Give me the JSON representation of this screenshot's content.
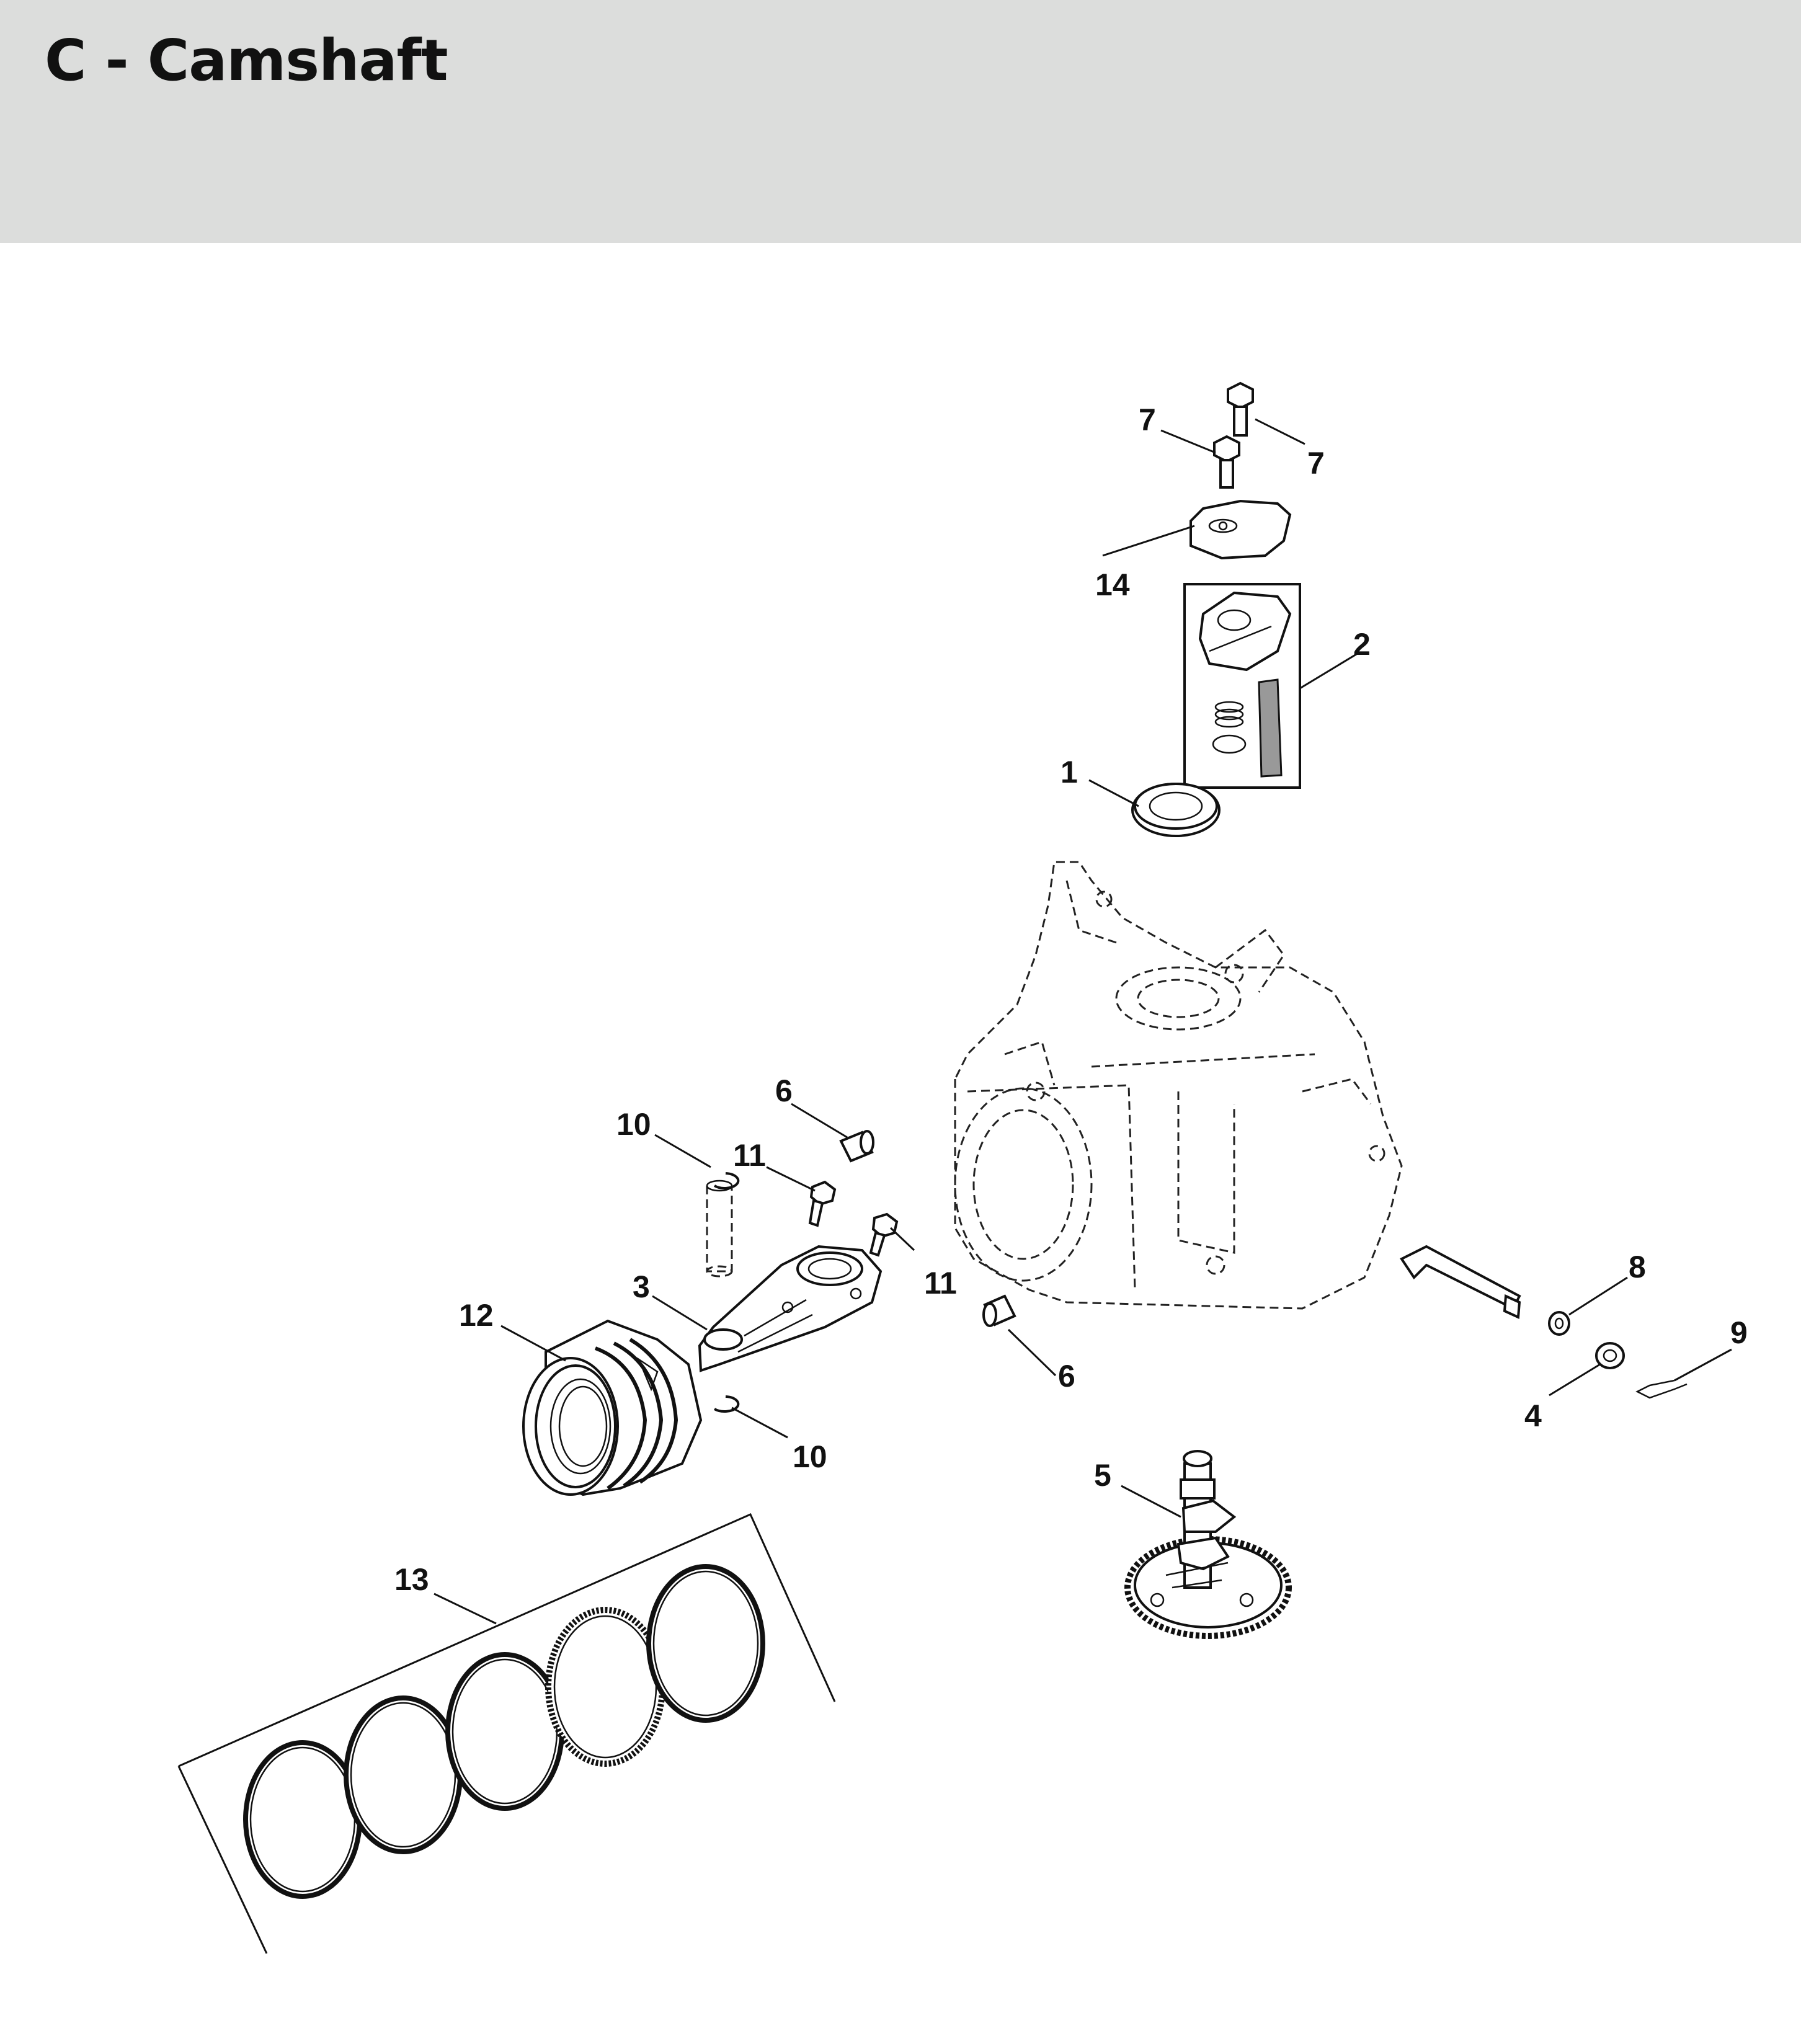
{
  "header": {
    "title": "C - Camshaft"
  },
  "callouts": {
    "c1": "1",
    "c2": "2",
    "c3": "3",
    "c4": "4",
    "c5": "5",
    "c6a": "6",
    "c6b": "6",
    "c7a": "7",
    "c7b": "7",
    "c8": "8",
    "c9": "9",
    "c10a": "10",
    "c10b": "10",
    "c11a": "11",
    "c11b": "11",
    "c12": "12",
    "c13": "13",
    "c14": "14"
  },
  "colors": {
    "header_bg": "#dcdddc",
    "line": "#111111"
  }
}
